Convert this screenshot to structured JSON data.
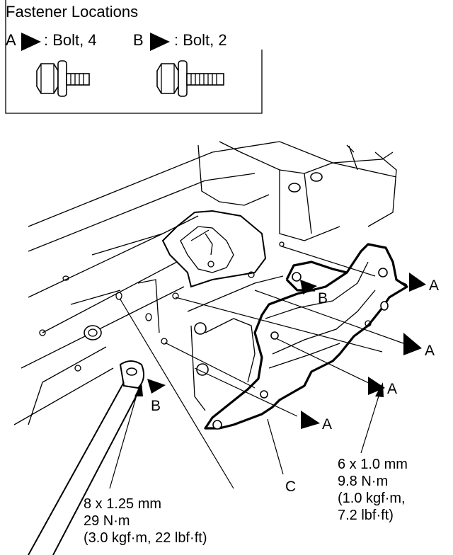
{
  "legend": {
    "title": "Fastener Locations",
    "item_a": {
      "letter": "A",
      "text": ": Bolt, 4"
    },
    "item_b": {
      "letter": "B",
      "text": ": Bolt, 2"
    }
  },
  "callouts": {
    "a1": "A",
    "a2": "A",
    "a3": "A",
    "a4": "A",
    "b1": "B",
    "b2": "B",
    "c": "C"
  },
  "specs": {
    "right": {
      "line1": "6 x 1.0 mm",
      "line2": "9.8 N·m",
      "line3": "(1.0 kgf·m,",
      "line4": "7.2 lbf·ft)"
    },
    "left": {
      "line1": "8 x 1.25 mm",
      "line2": "29 N·m",
      "line3": "(3.0 kgf·m, 22 lbf·ft)"
    }
  }
}
